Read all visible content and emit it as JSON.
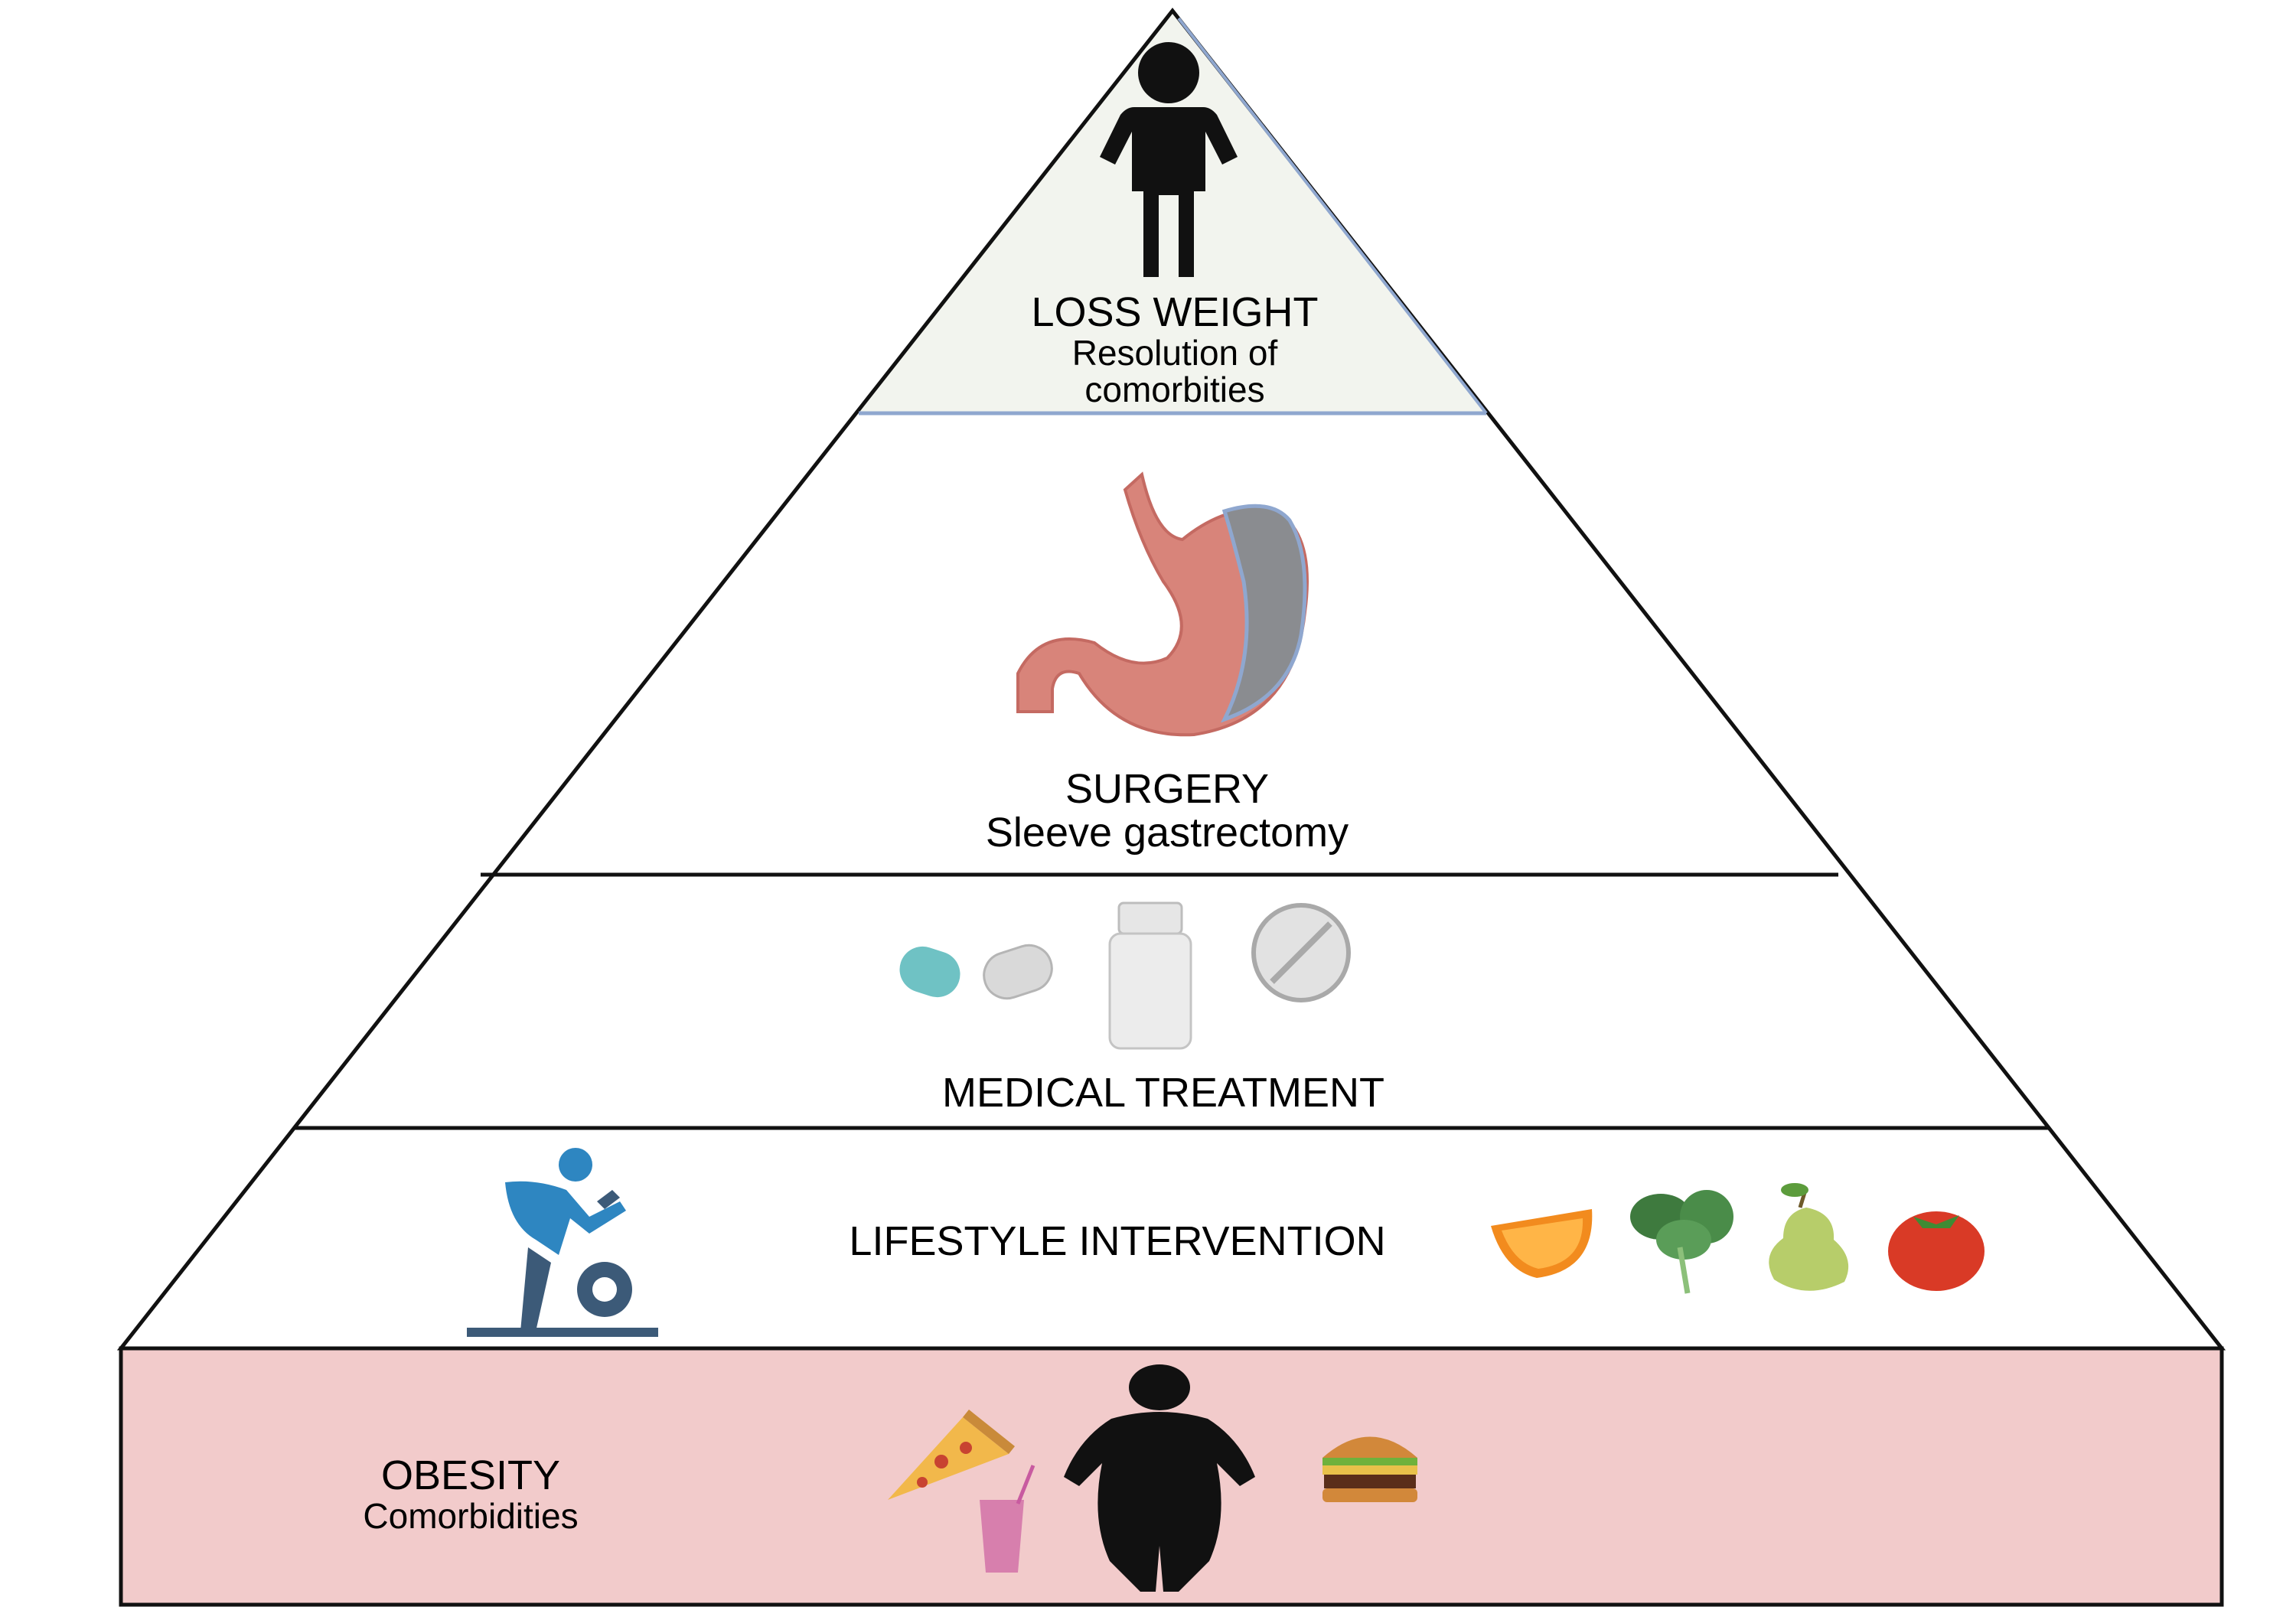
{
  "tiers": {
    "top": {
      "title": "LOSS WEIGHT",
      "subtitle_line1": "Resolution of",
      "subtitle_line2": "comorbities"
    },
    "surgery": {
      "title": "SURGERY",
      "subtitle": "Sleeve gastrectomy"
    },
    "medical": {
      "title": "MEDICAL TREATMENT"
    },
    "lifestyle": {
      "title": "LIFESTYLE INTERVENTION"
    },
    "base": {
      "title": "OBESITY",
      "subtitle": "Comorbidities"
    }
  },
  "colors": {
    "top_fill": "#f2f4ee",
    "base_fill": "#f2cbcb",
    "outline": "#111111",
    "top_divider": "#8fa7cf",
    "stomach": "#d8847a",
    "sleeve": "#8a8c90",
    "cyclist": "#2e86c1"
  },
  "icons": {
    "top": [
      "person-icon"
    ],
    "surgery": [
      "stomach-icon"
    ],
    "medical": [
      "capsule-icon",
      "pill-bottle-icon",
      "tablet-icon"
    ],
    "lifestyle": [
      "exercise-bike-icon",
      "orange-slice-icon",
      "spinach-icon",
      "pear-icon",
      "tomato-icon"
    ],
    "base": [
      "pizza-icon",
      "smoothie-icon",
      "obese-person-icon",
      "burger-icon"
    ]
  }
}
